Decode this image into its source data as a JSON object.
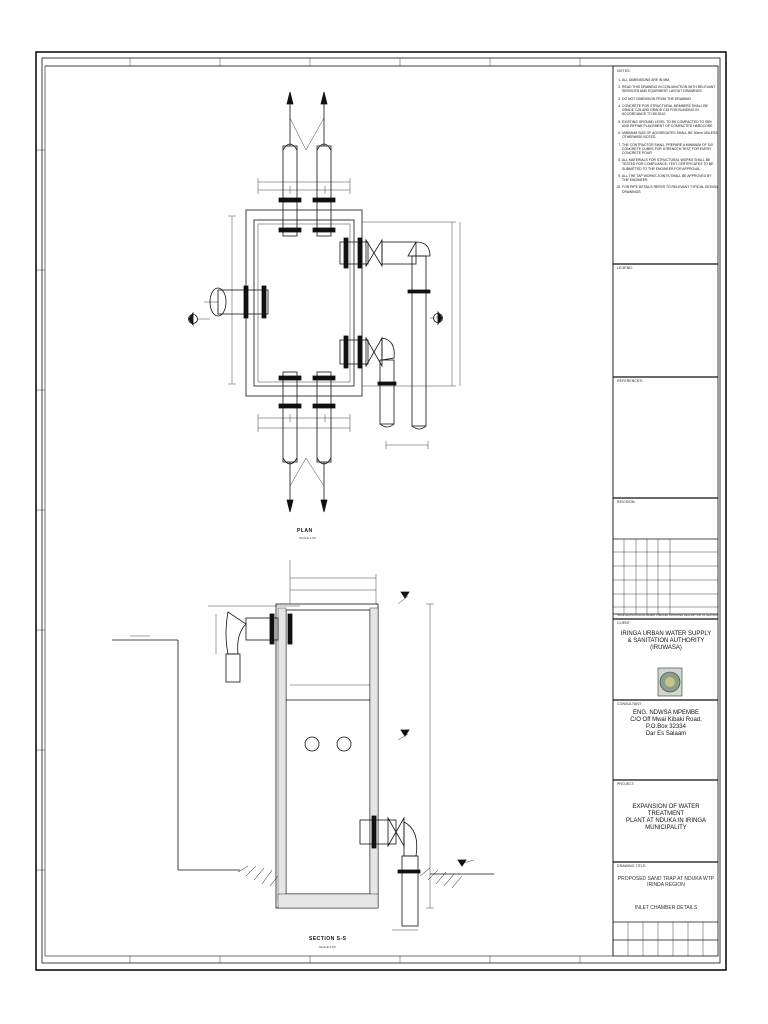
{
  "notes_heading": "NOTES:",
  "notes": [
    "ALL DIMENSIONS ARE IN MM.",
    "READ THIS DRAWING IN CONJUNCTION WITH RELEVANT SERVICES AND EQUIPMENT LAYOUT DRAWINGS",
    "DO NOT DIMENSION FROM THE DRAWING",
    "CONCRETE FOR STRUCTURAL MEMBERS SHALL BE GRADE C25 AND GRADE C15 FOR BLINDING IN ACCORDANCE TO BS 8110.",
    "EXISTING GROUND LEVEL TO BE COMPACTED TO 98% AND REFINE PLACEMENT OF COMPACTED HARDCORE",
    "MINIMUM SIZE OF AGGREGATES SHALL BE 20mm UNLESS OTHERWISE NOTED.",
    "THE CONTRACTOR SHALL PREPARE A MINIMUM OF SIX CONCRETE CUBES FOR STRENGTH TEST FOR EVERY CONCRETE POUR",
    "ALL MATERIALS FOR STRUCTURAL WORKS SHALL BE TESTED FOR COMPLIANCE, TEST CERTIFICATES TO BE SUBMITTED TO THE ENGINEER FOR APPROVAL",
    "ALL THE TAP WORKS JOINTS SHALL BE APPROVED BY THE ENGINEER",
    "FOR PIPE DETAILS REFER TO RELEVANT TYPICAL DESIGN DRAWINGS"
  ],
  "legend_label": "LEGEND:",
  "references_label": "REFERENCES:",
  "revision_label": "REVISION:",
  "revision_columns": "ISSUE REVISION  DATE  DRAWN  CHECKED  APPROVED  DESCRIPTION OF REVISION",
  "client_label": "CLIENT:",
  "client_name": [
    "IRINGA URBAN WATER SUPPLY",
    "& SANITATION AUTHORITY",
    "(IRUWASA)"
  ],
  "consultant_label": "CONSULTANT:",
  "consultant": [
    "ENG. NDWSA MPEMBE",
    "C/O Off Mwai Kibaki Road,",
    "P.O.Box 32334",
    "Dar Es Salaam"
  ],
  "project_label": "PROJECT:",
  "project": [
    "EXPANSION OF WATER TREATMENT",
    "PLANT AT NDUKA IN IRINGA",
    "MUNICIPALITY"
  ],
  "drawing_title_label": "DRAWING TITLE:",
  "drawing_title": [
    "PROPOSED SAND TRAP  AT NDUKA WTP",
    "IRINDA REGION"
  ],
  "drawing_subtitle": "INLET CHAMBER DETAILS",
  "plan_title": "PLAN",
  "plan_scale": "SCALE 1:50",
  "section_title": "SECTION S-S",
  "section_scale": "SCALE 1:50",
  "section_marker": "S",
  "colors": {
    "line": "#111111",
    "paper": "#ffffff"
  }
}
